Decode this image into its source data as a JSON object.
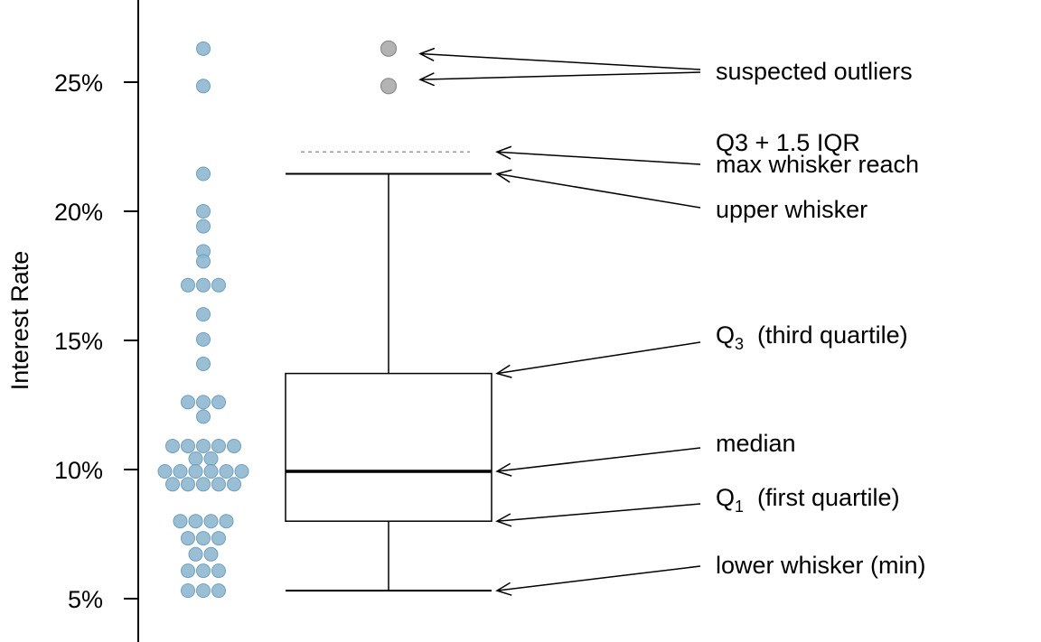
{
  "chart_data": {
    "type": "box",
    "ylabel": "Interest Rate",
    "ylim": [
      3.3,
      28
    ],
    "yticks": [
      {
        "value": 5,
        "label": "5%"
      },
      {
        "value": 10,
        "label": "10%"
      },
      {
        "value": 15,
        "label": "15%"
      },
      {
        "value": 20,
        "label": "20%"
      },
      {
        "value": 25,
        "label": "25%"
      }
    ],
    "box": {
      "lower_whisker": 5.31,
      "q1": 8.0,
      "median": 9.93,
      "q3": 13.72,
      "upper_whisker": 21.45,
      "max_whisker_reach": 22.3,
      "outliers": [
        24.85,
        26.3
      ]
    },
    "dot_rows": [
      {
        "y": 26.3,
        "count": 1
      },
      {
        "y": 24.85,
        "count": 1
      },
      {
        "y": 21.45,
        "count": 1
      },
      {
        "y": 20.0,
        "count": 1
      },
      {
        "y": 19.42,
        "count": 1
      },
      {
        "y": 18.45,
        "count": 1
      },
      {
        "y": 18.06,
        "count": 1
      },
      {
        "y": 17.14,
        "count": 3
      },
      {
        "y": 16.01,
        "count": 1
      },
      {
        "y": 15.04,
        "count": 1
      },
      {
        "y": 14.09,
        "count": 1
      },
      {
        "y": 12.61,
        "count": 3
      },
      {
        "y": 12.05,
        "count": 1
      },
      {
        "y": 10.91,
        "count": 5
      },
      {
        "y": 10.42,
        "count": 2
      },
      {
        "y": 9.93,
        "count": 6
      },
      {
        "y": 9.43,
        "count": 5
      },
      {
        "y": 8.0,
        "count": 4
      },
      {
        "y": 7.34,
        "count": 3
      },
      {
        "y": 6.72,
        "count": 2
      },
      {
        "y": 6.08,
        "count": 3
      },
      {
        "y": 5.31,
        "count": 3
      }
    ],
    "annotations": [
      {
        "id": "outliers",
        "text": "suspected outliers",
        "targets": [
          26.1,
          25.1
        ]
      },
      {
        "id": "reach",
        "text": "Q3 + 1.5 IQR",
        "text2": "max whisker reach",
        "targets": [
          22.3
        ]
      },
      {
        "id": "upper",
        "text": "upper whisker",
        "targets": [
          21.45
        ]
      },
      {
        "id": "q3",
        "text": "Q",
        "sub": "3",
        "rest": "  (third quartile)",
        "targets": [
          13.72
        ]
      },
      {
        "id": "median",
        "text": "median",
        "targets": [
          9.93
        ]
      },
      {
        "id": "q1",
        "text": "Q",
        "sub": "1",
        "rest": "  (first quartile)",
        "targets": [
          8.0
        ]
      },
      {
        "id": "lower",
        "text": "lower whisker (min)",
        "targets": [
          5.31
        ]
      }
    ],
    "colors": {
      "dot_fill": "#8fb8d0",
      "dot_stroke": "#6f9fbf",
      "outlier_fill": "#b3b3b3",
      "outlier_stroke": "#8c8c8c",
      "reach_line": "#999999",
      "ink": "#000000"
    }
  }
}
